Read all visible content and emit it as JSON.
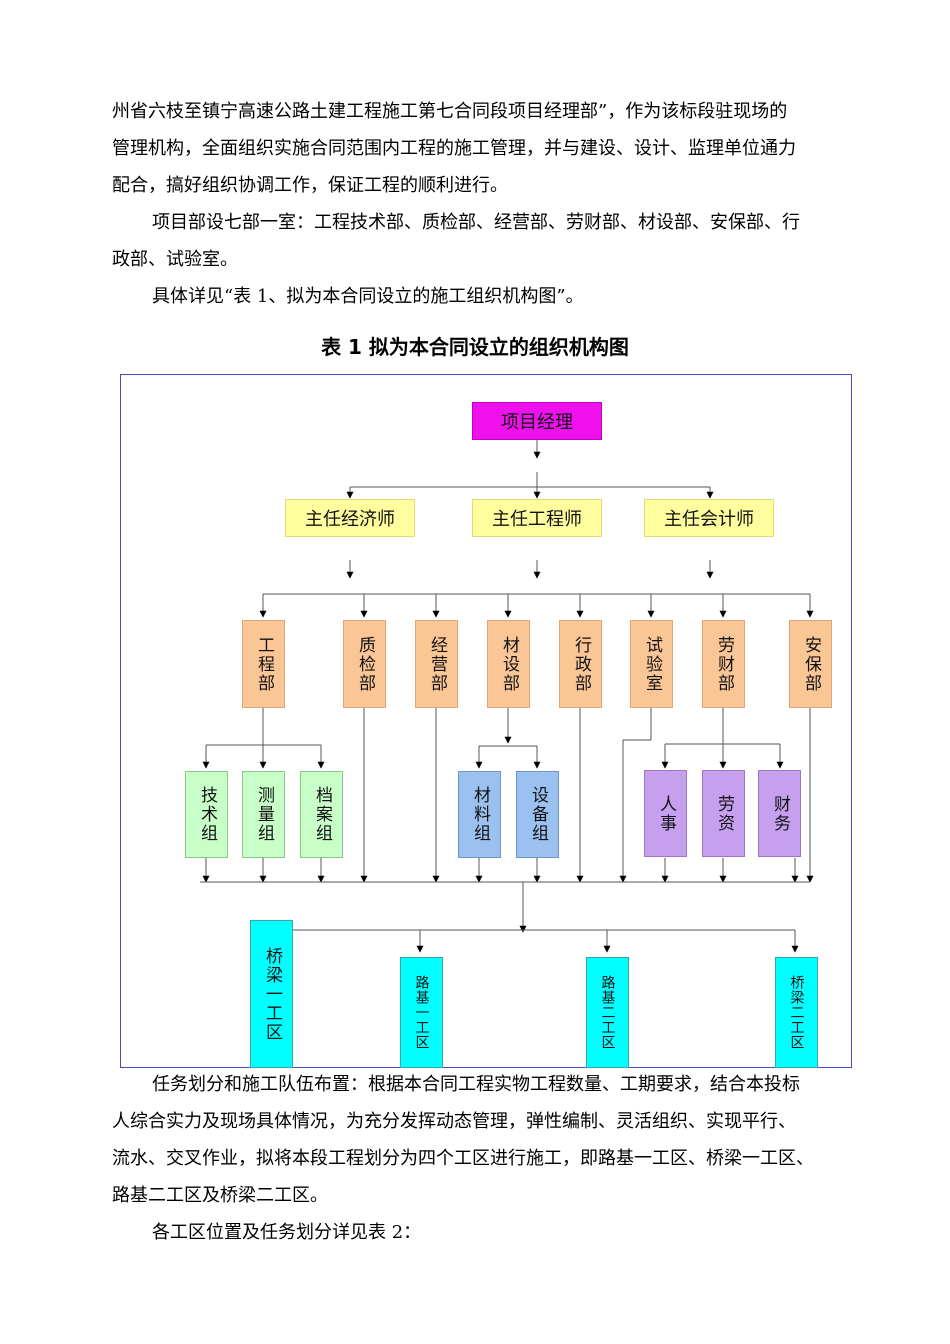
{
  "intro": {
    "line1": "州省六枝至镇宁高速公路土建工程施工第七合同段项目经理部”，作为该标段驻现场的",
    "line2": "管理机构，全面组织实施合同范围内工程的施工管理，并与建设、设计、监理单位通力",
    "line3": "配合，搞好组织协调工作，保证工程的顺利进行。",
    "line4": "项目部设七部一室：工程技术部、质检部、经营部、劳财部、材设部、安保部、行",
    "line5": "政部、试验室。",
    "line6": "具体详见“表 1、拟为本合同设立的施工组织机构图”。"
  },
  "caption": "表 1 拟为本合同设立的组织机构图",
  "org": {
    "top": "项目经理",
    "chiefs": [
      "主任经济师",
      "主任工程师",
      "主任会计师"
    ],
    "depts": [
      "工程部",
      "质检部",
      "经营部",
      "材设部",
      "行政部",
      "试验室",
      "劳财部",
      "安保部"
    ],
    "eng_groups": [
      "技术组",
      "测量组",
      "档案组"
    ],
    "mat_groups": [
      "材料组",
      "设备组"
    ],
    "fin_groups": [
      "人事",
      "劳资",
      "财务"
    ],
    "work_areas": [
      "桥梁一工区",
      "路基一工区",
      "路基二工区",
      "桥梁二工区"
    ],
    "colors": {
      "top": "#ee11ee",
      "chief": "#fffe9e",
      "dept": "#fbc696",
      "eng": "#c8ffc8",
      "mat": "#9ac1f0",
      "fin": "#c6a0ee",
      "area": "#00ffff"
    }
  },
  "outro": {
    "line1": "任务划分和施工队伍布置：根据本合同工程实物工程数量、工期要求，结合本投标",
    "line2": "人综合实力及现场具体情况，为充分发挥动态管理，弹性编制、灵活组织、实现平行、",
    "line3": "流水、交叉作业，拟将本段工程划分为四个工区进行施工，即路基一工区、桥梁一工区、",
    "line4": "路基二工区及桥梁二工区。",
    "line5": "各工区位置及任务划分详见表 2："
  }
}
